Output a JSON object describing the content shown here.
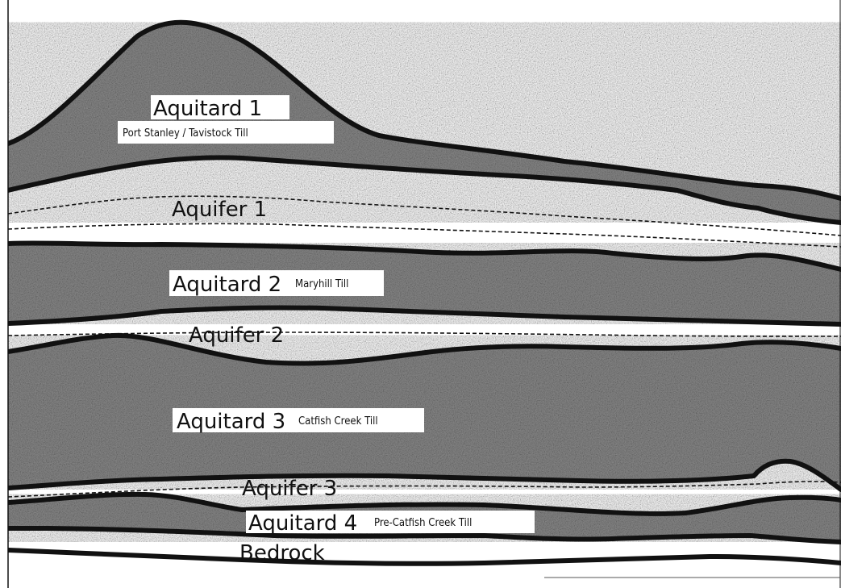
{
  "diagram": {
    "colors": {
      "till": "#8a8a8a",
      "aquifer": "#ffffff",
      "line": "#111111"
    },
    "layers": [
      {
        "id": "aquitard-1",
        "kind": "aquitard",
        "label": "Aquitard 1",
        "sublabel": "Port Stanley / Tavistock Till"
      },
      {
        "id": "aquifer-1",
        "kind": "aquifer",
        "label": "Aquifer 1",
        "sublabel": ""
      },
      {
        "id": "aquitard-2",
        "kind": "aquitard",
        "label": "Aquitard 2",
        "sublabel": "Maryhill Till"
      },
      {
        "id": "aquifer-2",
        "kind": "aquifer",
        "label": "Aquifer 2",
        "sublabel": ""
      },
      {
        "id": "aquitard-3",
        "kind": "aquitard",
        "label": "Aquitard 3",
        "sublabel": "Catfish Creek Till"
      },
      {
        "id": "aquifer-3",
        "kind": "aquifer",
        "label": "Aquifer 3",
        "sublabel": ""
      },
      {
        "id": "aquitard-4",
        "kind": "aquitard",
        "label": "Aquitard 4",
        "sublabel": "Pre-Catfish Creek Till"
      },
      {
        "id": "bedrock",
        "kind": "bedrock",
        "label": "Bedrock",
        "sublabel": ""
      }
    ]
  }
}
